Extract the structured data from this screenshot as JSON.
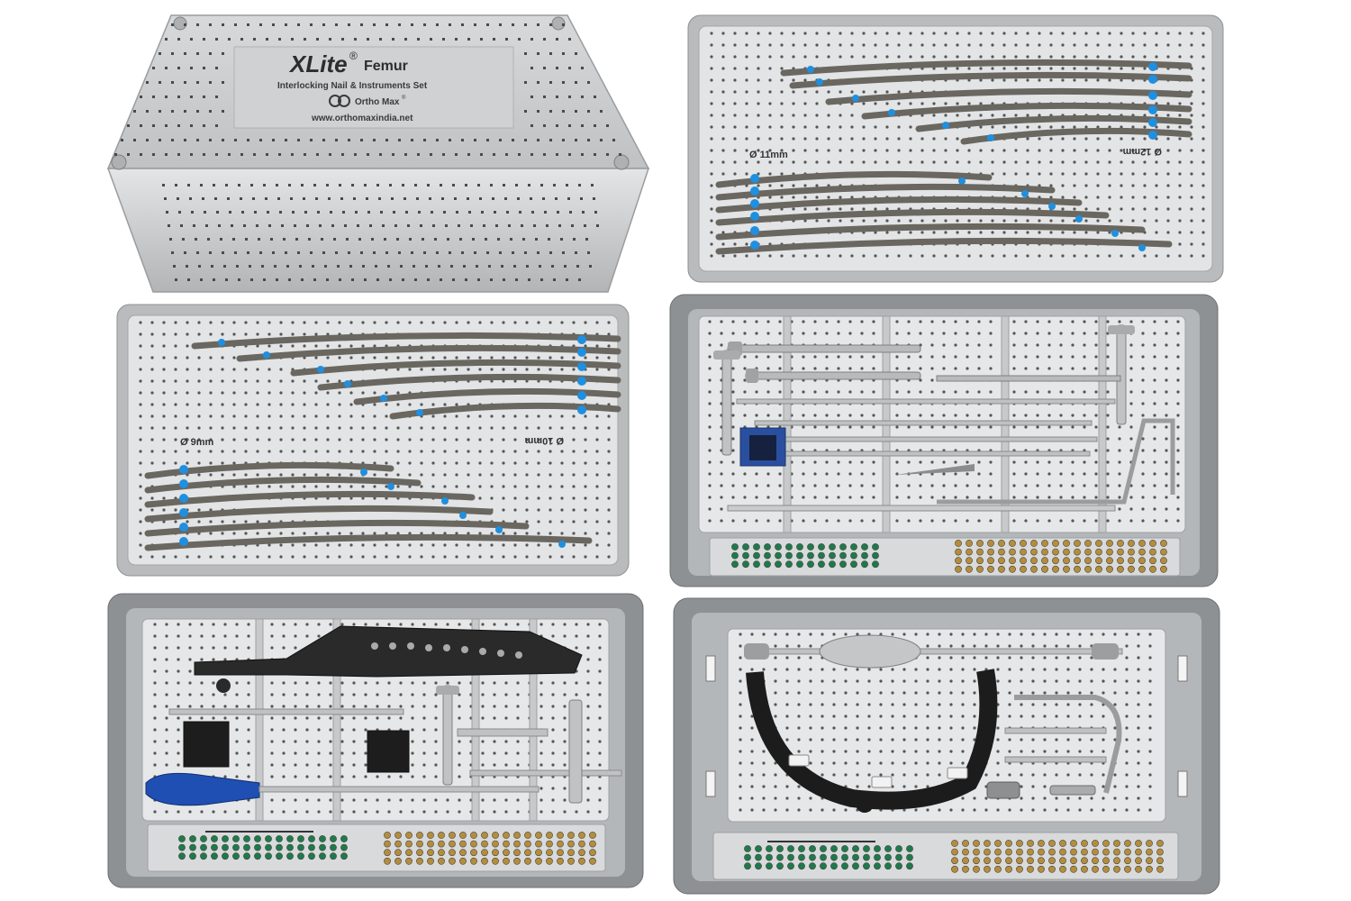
{
  "lid": {
    "brand": "XLite",
    "registered": "®",
    "product": "Femur",
    "subtitle": "Interlocking Nail & Instruments Set",
    "maker": "Ortho Max",
    "maker_mark": "®",
    "website": "www.orthomaxindia.net"
  },
  "tray_top_right": {
    "label_left": "Ø 11mm",
    "label_right": "Ø 12mm"
  },
  "tray_mid_left": {
    "label_left": "Ø 9mm",
    "label_right": "Ø 10mm"
  },
  "colors": {
    "steel": "#c9cbcd",
    "steel_dark": "#8d9093",
    "nail": "#6a6760",
    "cap_blue": "#1f8fe0",
    "handle_blue": "#1f4fb3",
    "screw_green": "#1e7a4a",
    "screw_gold": "#b58d3a",
    "jig_black": "#222222"
  }
}
